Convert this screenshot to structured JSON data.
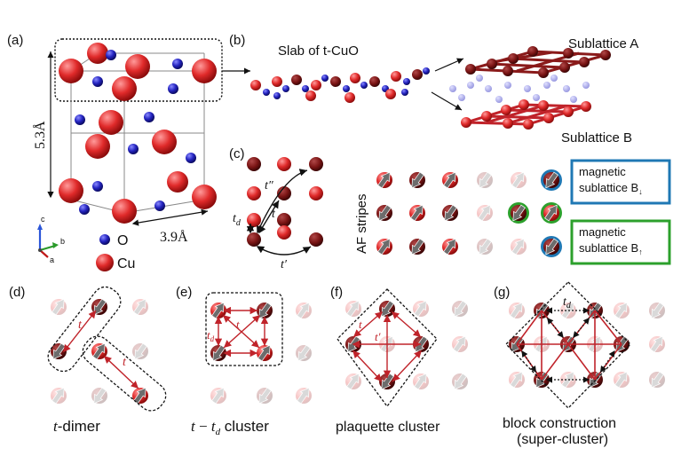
{
  "panels": {
    "a": {
      "label": "(a)",
      "height_label": "5.3Å",
      "width_label": "3.9Å",
      "axes": {
        "c": "c",
        "b": "b",
        "a": "a"
      },
      "legend": [
        {
          "label": "O",
          "color": "#2a2aa8"
        },
        {
          "label": "Cu",
          "color": "#d81e24"
        }
      ]
    },
    "b": {
      "label": "(b)",
      "slab_label": "Slab of t-CuO",
      "sublattice_a": "Sublattice A",
      "sublattice_b": "Sublattice B"
    },
    "c": {
      "label": "(c)",
      "hop_tpp": "t″",
      "hop_t": "t",
      "hop_td": "t",
      "hop_td_sub": "d",
      "hop_tp": "t′",
      "stripes_label": "AF stripes",
      "box_down": {
        "line1": "magnetic",
        "line2": "sublattice B",
        "arrow": "↓",
        "color": "#1f78b4"
      },
      "box_up": {
        "line1": "magnetic",
        "line2": "sublattice B",
        "arrow": "↑",
        "color": "#2ca02c"
      }
    },
    "d": {
      "label": "(d)",
      "caption_italic": "t",
      "caption_rest": "-dimer",
      "hop": "t"
    },
    "e": {
      "label": "(e)",
      "caption_t": "t",
      "caption_minus": " − ",
      "caption_td": "t",
      "caption_td_sub": "d",
      "caption_rest": " cluster",
      "hop_t": "t",
      "hop_td": "t",
      "hop_td_sub": "d"
    },
    "f": {
      "label": "(f)",
      "caption": "plaquette cluster",
      "hop_t": "t",
      "hop_tp": "t′"
    },
    "g": {
      "label": "(g)",
      "caption1": "block construction",
      "caption2": "(super-cluster)",
      "hop_td": "t",
      "hop_td_sub": "d"
    }
  },
  "colors": {
    "cu": "#d81e24",
    "cu_dark": "#7a1010",
    "o": "#2a2aa8",
    "spin": "#555555",
    "bond": "#c0232a"
  }
}
